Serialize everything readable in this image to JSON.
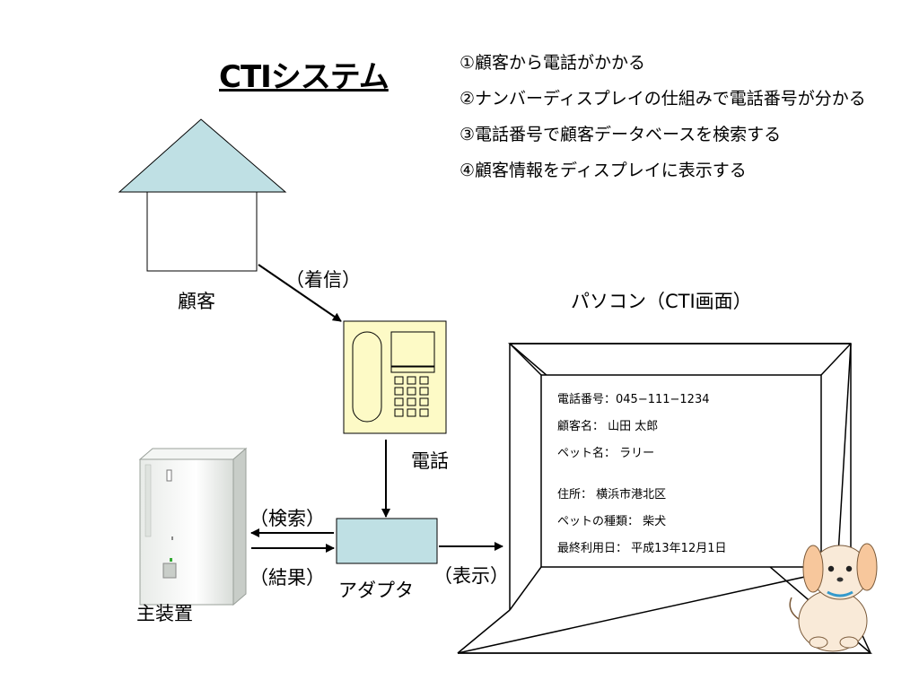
{
  "title": "CTIシステム",
  "steps": [
    "①顧客から電話がかかる",
    "②ナンバーディスプレイの仕組みで電話番号が分かる",
    "③電話番号で顧客データベースを検索する",
    "④顧客情報をディスプレイに表示する"
  ],
  "labels": {
    "customer": "顧客",
    "incoming": "（着信）",
    "phone": "電話",
    "pc": "パソコン（CTI画面）",
    "search": "（検索）",
    "result": "（結果）",
    "adapter": "アダプタ",
    "display": "（表示）",
    "main_unit": "主装置"
  },
  "screen": {
    "phone_line": "電話番号：045−111−1234",
    "name_line": "顧客名：  山田  太郎",
    "pet_line": "ペット名：  ラリー",
    "address_line": "住所：  横浜市港北区",
    "breed_line": "ペットの種類：  柴犬",
    "last_use_line": "最終利用日：  平成13年12月1日"
  },
  "colors": {
    "roof": "#bfe0e4",
    "phone_body": "#fdfac6",
    "adapter": "#bfe0e4",
    "dog": "#f7c79c",
    "dog_collar": "#3399cc"
  },
  "icons": [
    "house-icon",
    "telephone-icon",
    "server-icon",
    "monitor-icon",
    "dog-icon"
  ]
}
